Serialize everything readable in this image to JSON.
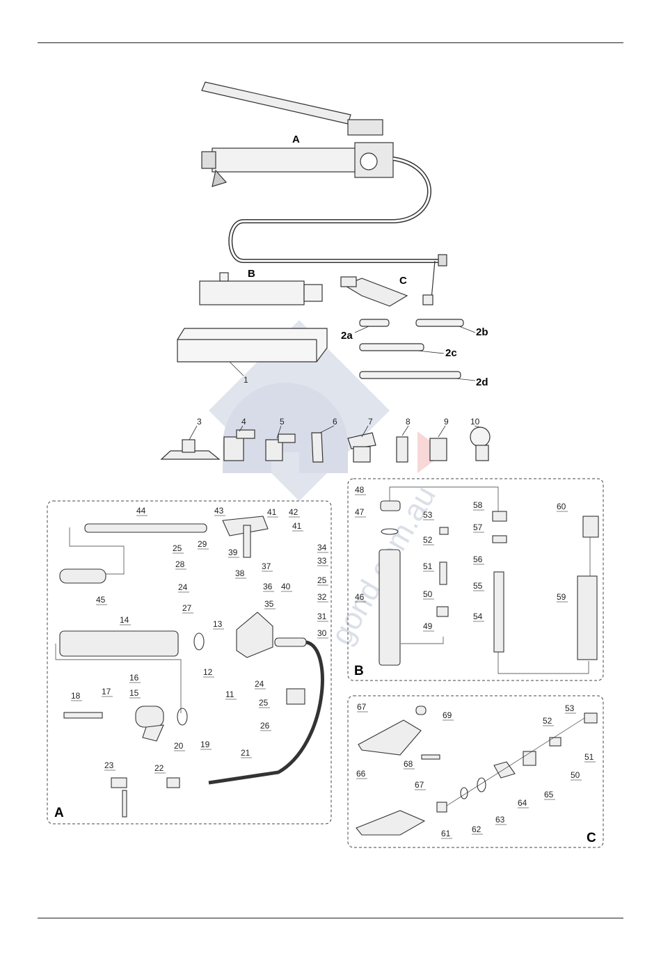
{
  "overview": {
    "labels": {
      "A": "A",
      "B": "B",
      "C": "C",
      "2a": "2a",
      "2b": "2b",
      "2c": "2c",
      "2d": "2d"
    },
    "parts": [
      "1",
      "3",
      "4",
      "5",
      "6",
      "7",
      "8",
      "9",
      "10"
    ]
  },
  "panel_a": {
    "letter": "A",
    "callouts": [
      "44",
      "43",
      "41",
      "42",
      "41",
      "45",
      "25",
      "29",
      "28",
      "24",
      "27",
      "39",
      "38",
      "40",
      "37",
      "36",
      "35",
      "34",
      "33",
      "25",
      "32",
      "31",
      "30",
      "14",
      "13",
      "12",
      "11",
      "24",
      "25",
      "26",
      "16",
      "15",
      "17",
      "18",
      "20",
      "19",
      "21",
      "23",
      "22"
    ]
  },
  "panel_b": {
    "letter": "B",
    "callouts": [
      "48",
      "47",
      "46",
      "53",
      "52",
      "51",
      "50",
      "49",
      "58",
      "57",
      "56",
      "55",
      "54",
      "60",
      "59"
    ]
  },
  "panel_c": {
    "letter": "C",
    "callouts": [
      "67",
      "69",
      "66",
      "68",
      "67",
      "53",
      "52",
      "51",
      "50",
      "65",
      "64",
      "63",
      "62",
      "61"
    ]
  },
  "watermark": {
    "text": "gond.com.au",
    "color": "#bfc5d6",
    "accent": "#f6c9c9"
  }
}
